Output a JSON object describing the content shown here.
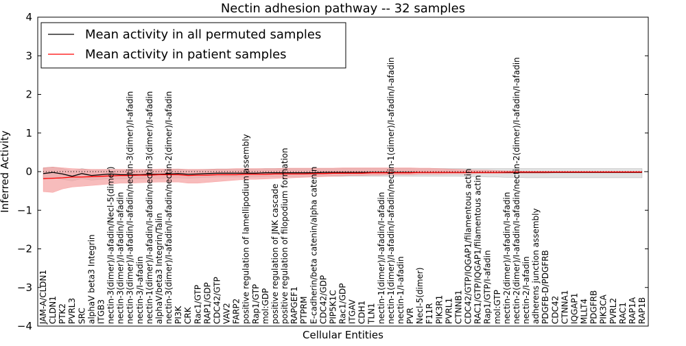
{
  "chart_data": {
    "type": "line",
    "title": "Nectin adhesion pathway -- 32 samples",
    "xlabel": "Cellular Entities",
    "ylabel": "Inferred Activity",
    "ylim": [
      -4,
      4
    ],
    "yticks": [
      -4,
      -3,
      -2,
      -1,
      0,
      1,
      2,
      3,
      4
    ],
    "ytick_labels": [
      "−4",
      "−3",
      "−2",
      "−1",
      "0",
      "1",
      "2",
      "3",
      "4"
    ],
    "grid": false,
    "legend_position": "top-left",
    "categories": [
      "JAM-A/CLDN1",
      "CLDN1",
      "PTK2",
      "PVRL3",
      "SRC",
      "alphaV beta3 Integrin",
      "ITGB3",
      "nectin-3(dimer)/I-afadin/Necl-5(dimer)",
      "nectin-3(dimer)/I-afadin/I-afadin",
      "nectin-3(dimer)/I-afadin/I-afadin/nectin-3(dimer)/I-afadin",
      "nectin-3/I-afadin",
      "nectin-1(dimer)/I-afadin/I-afadin/nectin-3(dimer)/I-afadin",
      "alphaV/beta3 Integrin/Talin",
      "nectin-3(dimer)/I-afadin/I-afadin/nectin-2(dimer)/I-afadin",
      "PI3K",
      "CRK",
      "Rac1/GTP",
      "RAP1/GDP",
      "CDC42/GTP",
      "VAV2",
      "FARP2",
      "positive regulation of lamellipodium assembly",
      "Rap1/GTP",
      "mol:GDP",
      "positive regulation of JNK cascade",
      "positive regulation of filopodium formation",
      "RAPGEF1",
      "PTPRM",
      "E-cadherin/beta catenin/alpha catenin",
      "CDC42/GDP",
      "PIP5K1C",
      "Rac1/GDP",
      "ITGAV",
      "CDH1",
      "TLN1",
      "nectin-1(dimer)/I-afadin/I-afadin",
      "nectin-1(dimer)/I-afadin/I-afadin/nectin-1(dimer)/I-afadin/I-afadin",
      "nectin-1/I-afadin",
      "PVR",
      "Necl-5(dimer)",
      "F11R",
      "PIK3R1",
      "PVRL1",
      "CTNNB1",
      "CDC42/GTP/IQGAP1/filamentous actin",
      "RAC1/GTP/IQGAP1/filamentous actin",
      "Rap1/GTP/I-afadin",
      "mol:GTP",
      "nectin-2(dimer)/I-afadin/I-afadin",
      "nectin-2(dimer)/I-afadin/I-afadin/nectin-2(dimer)/I-afadin/I-afadin",
      "nectin-2/I-afadin",
      "adherens junction assembly",
      "PDGFB-D/PDGFRB",
      "CDC42",
      "CTNNA1",
      "IQGAP1",
      "MLLT4",
      "PDGFRB",
      "PIK3CA",
      "PVRL2",
      "RAC1",
      "RAP1A",
      "RAP1B"
    ],
    "series": [
      {
        "name": "Mean activity in all permuted samples",
        "color": "#000000",
        "band_color": "#c8c8c8",
        "values": [
          -0.05,
          -0.02,
          -0.06,
          -0.12,
          -0.05,
          -0.1,
          -0.08,
          -0.06,
          -0.08,
          -0.08,
          -0.08,
          -0.07,
          -0.07,
          -0.06,
          -0.05,
          -0.07,
          -0.06,
          -0.05,
          -0.04,
          -0.04,
          -0.04,
          -0.04,
          -0.04,
          -0.03,
          -0.03,
          -0.03,
          -0.03,
          -0.03,
          -0.03,
          -0.02,
          -0.02,
          -0.02,
          -0.02,
          -0.02,
          -0.02,
          -0.02,
          -0.02,
          -0.02,
          -0.02,
          -0.02,
          -0.02,
          -0.02,
          -0.02,
          -0.02,
          -0.02,
          -0.02,
          -0.02,
          -0.02,
          -0.02,
          -0.02,
          -0.02,
          -0.02,
          -0.02,
          -0.02,
          -0.02,
          -0.02,
          -0.02,
          -0.02,
          -0.02,
          -0.02,
          -0.02,
          -0.02,
          -0.02
        ],
        "lower": [
          -0.2,
          -0.16,
          -0.2,
          -0.24,
          -0.18,
          -0.22,
          -0.2,
          -0.18,
          -0.19,
          -0.19,
          -0.19,
          -0.18,
          -0.18,
          -0.17,
          -0.16,
          -0.17,
          -0.16,
          -0.15,
          -0.14,
          -0.14,
          -0.14,
          -0.14,
          -0.14,
          -0.13,
          -0.13,
          -0.13,
          -0.13,
          -0.13,
          -0.13,
          -0.12,
          -0.12,
          -0.12,
          -0.12,
          -0.12,
          -0.12,
          -0.12,
          -0.12,
          -0.12,
          -0.12,
          -0.12,
          -0.12,
          -0.12,
          -0.12,
          -0.12,
          -0.13,
          -0.13,
          -0.14,
          -0.14,
          -0.15,
          -0.15,
          -0.16,
          -0.16,
          -0.16,
          -0.16,
          -0.16,
          -0.16,
          -0.16,
          -0.16,
          -0.16,
          -0.16,
          -0.16,
          -0.16,
          -0.16
        ],
        "upper": [
          0.1,
          0.12,
          0.08,
          0.02,
          0.08,
          0.04,
          0.05,
          0.06,
          0.05,
          0.05,
          0.05,
          0.05,
          0.05,
          0.06,
          0.07,
          0.05,
          0.05,
          0.06,
          0.07,
          0.07,
          0.07,
          0.07,
          0.07,
          0.08,
          0.08,
          0.08,
          0.08,
          0.08,
          0.08,
          0.08,
          0.08,
          0.08,
          0.08,
          0.08,
          0.08,
          0.08,
          0.08,
          0.08,
          0.08,
          0.08,
          0.08,
          0.08,
          0.08,
          0.08,
          0.08,
          0.08,
          0.08,
          0.08,
          0.08,
          0.08,
          0.08,
          0.08,
          0.08,
          0.08,
          0.08,
          0.08,
          0.08,
          0.08,
          0.08,
          0.08,
          0.08,
          0.08,
          0.08
        ]
      },
      {
        "name": "Mean activity in patient samples",
        "color": "#ff0000",
        "band_color": "#f4a0a0",
        "values": [
          -0.18,
          -0.17,
          -0.16,
          -0.14,
          -0.14,
          -0.13,
          -0.12,
          -0.11,
          -0.1,
          -0.1,
          -0.09,
          -0.09,
          -0.08,
          -0.08,
          -0.08,
          -0.1,
          -0.09,
          -0.09,
          -0.08,
          -0.08,
          -0.08,
          -0.07,
          -0.07,
          -0.07,
          -0.06,
          -0.06,
          -0.06,
          -0.06,
          -0.05,
          -0.05,
          -0.04,
          -0.04,
          -0.04,
          -0.04,
          -0.03,
          -0.03,
          -0.03,
          -0.03,
          -0.03,
          -0.02,
          -0.02,
          -0.02,
          -0.02,
          -0.02,
          -0.02,
          -0.02,
          -0.02,
          -0.02,
          -0.01,
          -0.01,
          -0.01,
          -0.01,
          -0.01,
          -0.01,
          -0.01,
          -0.01,
          -0.01,
          -0.01,
          -0.01,
          -0.01,
          -0.01,
          -0.01,
          -0.01
        ],
        "lower": [
          -0.52,
          -0.54,
          -0.45,
          -0.4,
          -0.38,
          -0.36,
          -0.34,
          -0.32,
          -0.3,
          -0.3,
          -0.29,
          -0.28,
          -0.27,
          -0.27,
          -0.27,
          -0.3,
          -0.3,
          -0.28,
          -0.26,
          -0.24,
          -0.22,
          -0.2,
          -0.2,
          -0.19,
          -0.18,
          -0.17,
          -0.16,
          -0.15,
          -0.14,
          -0.13,
          -0.12,
          -0.11,
          -0.1,
          -0.1,
          -0.09,
          -0.09,
          -0.08,
          -0.08,
          -0.08,
          -0.07,
          -0.07,
          -0.07,
          -0.06,
          -0.06,
          -0.06,
          -0.05,
          -0.05,
          -0.05,
          -0.05,
          -0.04,
          -0.04,
          -0.04,
          -0.04,
          -0.03,
          -0.03,
          -0.03,
          -0.03,
          -0.03,
          -0.03,
          -0.03,
          -0.03,
          -0.03,
          -0.03
        ],
        "upper": [
          0.1,
          0.12,
          0.1,
          0.08,
          0.07,
          0.06,
          0.06,
          0.06,
          0.06,
          0.06,
          0.06,
          0.06,
          0.07,
          0.07,
          0.07,
          0.06,
          0.06,
          0.06,
          0.07,
          0.07,
          0.08,
          0.08,
          0.08,
          0.08,
          0.08,
          0.09,
          0.09,
          0.09,
          0.09,
          0.09,
          0.09,
          0.1,
          0.1,
          0.1,
          0.1,
          0.1,
          0.1,
          0.1,
          0.1,
          0.09,
          0.09,
          0.08,
          0.07,
          0.06,
          0.05,
          0.04,
          0.04,
          0.03,
          0.02,
          0.02,
          0.01,
          0.01,
          0.01,
          0.01,
          0.01,
          0.01,
          0.01,
          0.01,
          0.01,
          0.01,
          0.01,
          0.01,
          0.01
        ]
      }
    ]
  }
}
